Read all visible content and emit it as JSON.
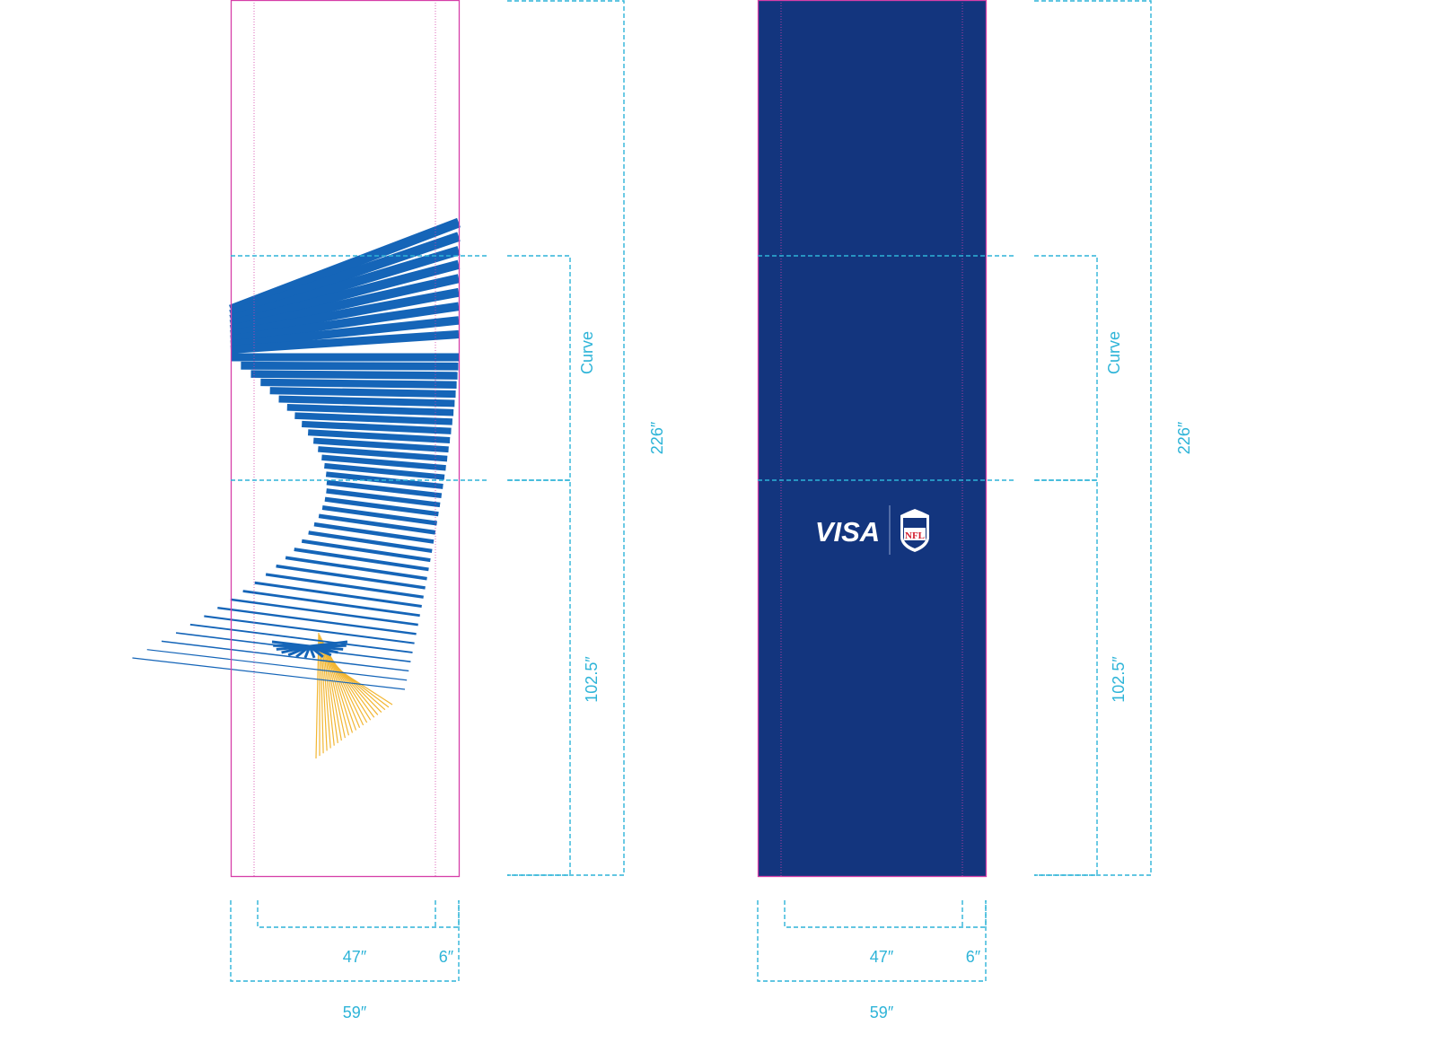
{
  "panels": [
    {
      "name": "artwork-panel",
      "fill": "#ffffff",
      "has_artwork": true
    },
    {
      "name": "logo-panel",
      "fill": "#13357e",
      "has_logo": true
    }
  ],
  "dimensions": {
    "curve_label": "Curve",
    "lower_height": "102.5″",
    "total_height": "226″",
    "inner_width": "47″",
    "margin_width": "6″",
    "total_width": "59″"
  },
  "logo": {
    "brand": "VISA",
    "partner": "NFL"
  },
  "colors": {
    "guide": "#2eb4d8",
    "bleed": "#d63fa8",
    "navy": "#13357e",
    "artwork_blue": "#1565b8",
    "artwork_gold": "#f2b632"
  }
}
